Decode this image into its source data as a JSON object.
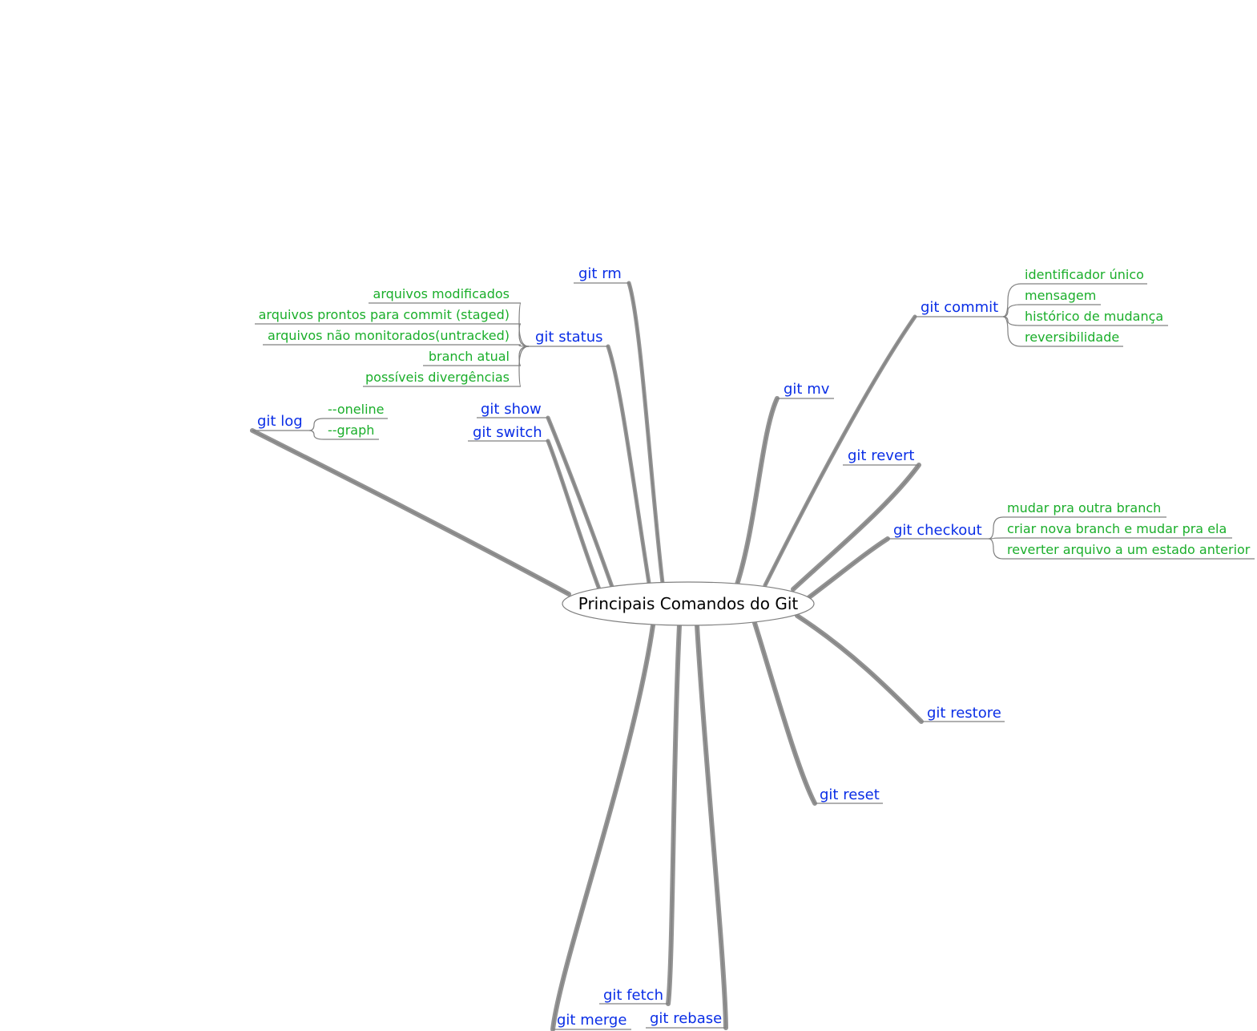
{
  "colors": {
    "command": "#0a2ee6",
    "detail": "#1aae2a",
    "line": "#808080",
    "center_text": "#000000"
  },
  "center": {
    "label": "Principais Comandos do Git"
  },
  "nodes": [
    {
      "id": "git-rm",
      "label": "git rm",
      "children": []
    },
    {
      "id": "git-status",
      "label": "git status",
      "children": [
        "arquivos modificados",
        "arquivos prontos para commit (staged)",
        "arquivos não monitorados(untracked)",
        "branch atual",
        "possíveis divergências"
      ]
    },
    {
      "id": "git-log",
      "label": "git log",
      "children": [
        "--oneline",
        "--graph"
      ]
    },
    {
      "id": "git-show",
      "label": "git show",
      "children": []
    },
    {
      "id": "git-switch",
      "label": "git switch",
      "children": []
    },
    {
      "id": "git-commit",
      "label": "git commit",
      "children": [
        "identificador único",
        "mensagem",
        "histórico de mudança",
        "reversibilidade"
      ]
    },
    {
      "id": "git-mv",
      "label": "git mv",
      "children": []
    },
    {
      "id": "git-revert",
      "label": "git revert",
      "children": []
    },
    {
      "id": "git-checkout",
      "label": "git checkout",
      "children": [
        "mudar pra outra branch",
        "criar nova branch e mudar pra ela",
        "reverter arquivo a um estado anterior"
      ]
    },
    {
      "id": "git-restore",
      "label": "git restore",
      "children": []
    },
    {
      "id": "git-reset",
      "label": "git reset",
      "children": []
    },
    {
      "id": "git-fetch",
      "label": "git fetch",
      "children": []
    },
    {
      "id": "git-merge",
      "label": "git merge",
      "children": []
    },
    {
      "id": "git-rebase",
      "label": "git rebase",
      "children": []
    }
  ]
}
